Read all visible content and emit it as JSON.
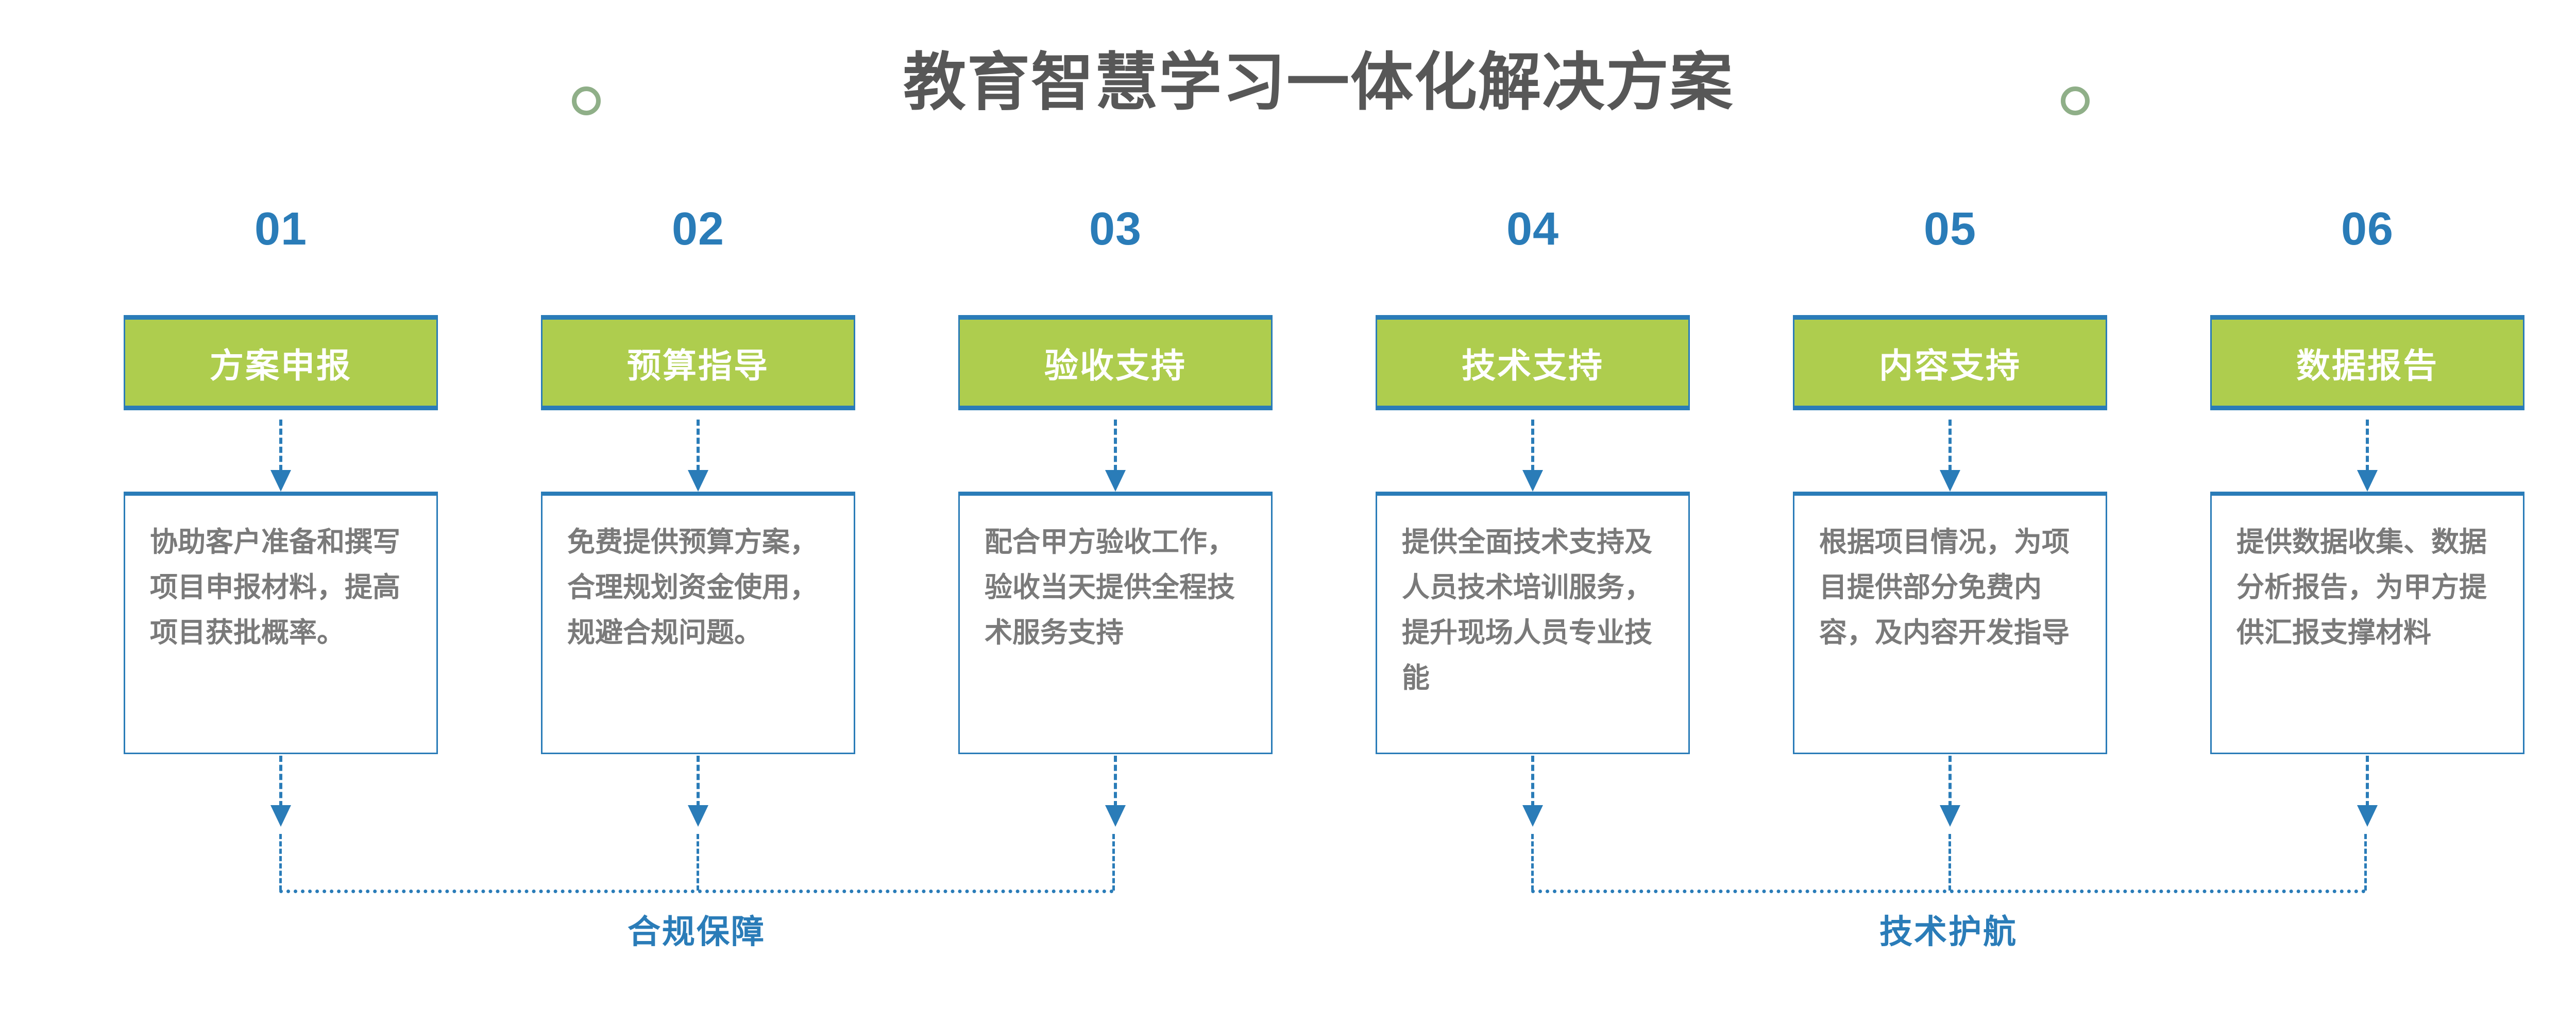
{
  "header": {
    "title": "教育智慧学习一体化解决方案",
    "decor_circle_left": "circle-outline",
    "decor_circle_right": "circle-outline"
  },
  "colors": {
    "accent_blue": "#2A7CB8",
    "accent_green": "#AECD4E",
    "title_gray": "#575757",
    "body_gray": "#7A7A7A",
    "decor_green": "#8FAF88"
  },
  "steps": [
    {
      "number": "01",
      "header": "方案申报",
      "description": "协助客户准备和撰写项目申报材料，提高项目获批概率。"
    },
    {
      "number": "02",
      "header": "预算指导",
      "description": "免费提供预算方案，合理规划资金使用，规避合规问题。"
    },
    {
      "number": "03",
      "header": "验收支持",
      "description": "配合甲方验收工作，验收当天提供全程技术服务支持"
    },
    {
      "number": "04",
      "header": "技术支持",
      "description": "提供全面技术支持及人员技术培训服务，提升现场人员专业技能"
    },
    {
      "number": "05",
      "header": "内容支持",
      "description": "根据项目情况，为项目提供部分免费内容，及内容开发指导"
    },
    {
      "number": "06",
      "header": "数据报告",
      "description": "提供数据收集、数据分析报告，为甲方提供汇报支撑材料"
    }
  ],
  "groups": [
    {
      "label": "合规保障",
      "covers": [
        "01",
        "02",
        "03"
      ]
    },
    {
      "label": "技术护航",
      "covers": [
        "04",
        "05",
        "06"
      ]
    }
  ]
}
